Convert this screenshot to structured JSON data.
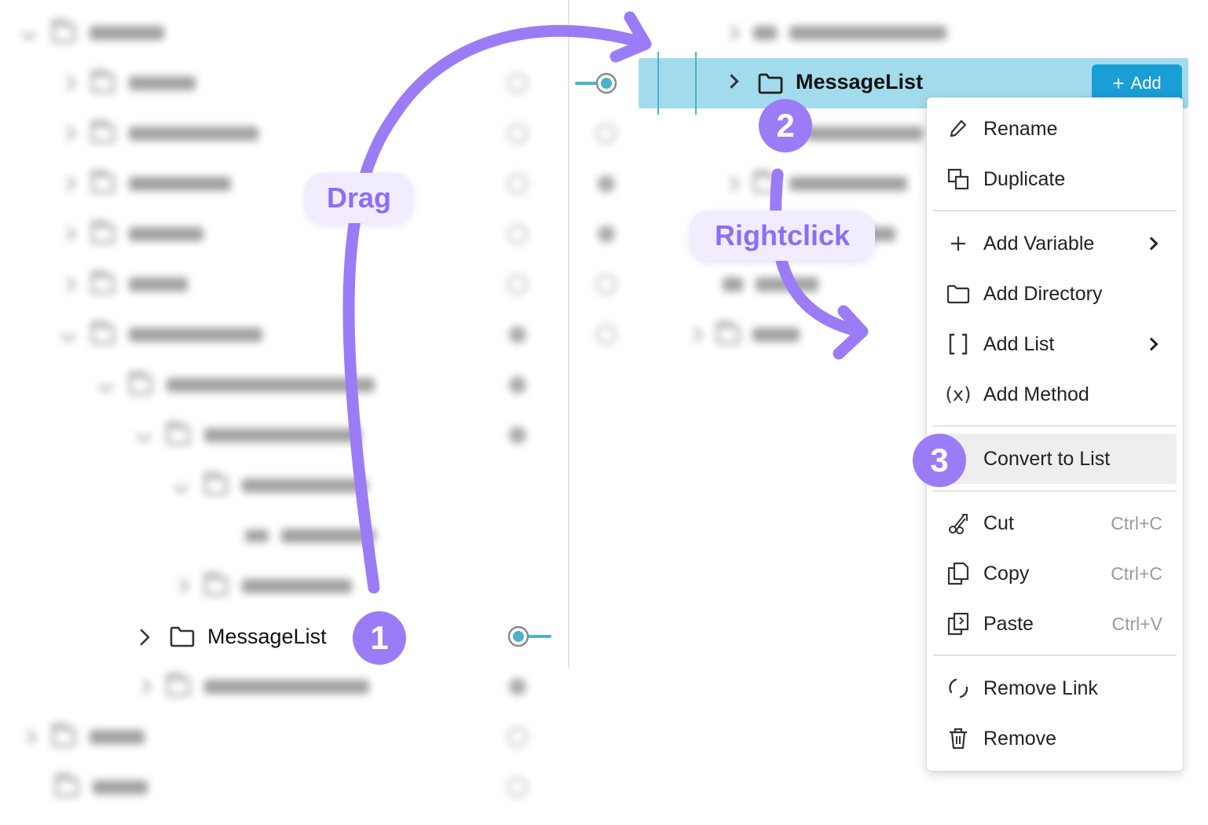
{
  "tree_left": {
    "item_label": "MessageList"
  },
  "tree_right": {
    "item_label": "MessageList",
    "add_button_label": "Add"
  },
  "annotations": {
    "drag": "Drag",
    "rightclick": "Rightclick",
    "step1": "1",
    "step2": "2",
    "step3": "3"
  },
  "context_menu": {
    "items": [
      {
        "label": "Rename",
        "icon": "pencil-icon"
      },
      {
        "label": "Duplicate",
        "icon": "duplicate-icon"
      },
      {
        "label": "Add Variable",
        "icon": "plus-icon",
        "submenu": true
      },
      {
        "label": "Add Directory",
        "icon": "folder-icon"
      },
      {
        "label": "Add List",
        "icon": "brackets-icon",
        "submenu": true
      },
      {
        "label": "Add Method",
        "icon": "function-icon"
      },
      {
        "label": "Convert to List",
        "highlighted": true
      },
      {
        "label": "Cut",
        "icon": "scissors-icon",
        "shortcut": "Ctrl+C"
      },
      {
        "label": "Copy",
        "icon": "copy-icon",
        "shortcut": "Ctrl+C"
      },
      {
        "label": "Paste",
        "icon": "paste-icon",
        "shortcut": "Ctrl+V"
      },
      {
        "label": "Remove Link",
        "icon": "unlink-icon"
      },
      {
        "label": "Remove",
        "icon": "trash-icon"
      }
    ]
  },
  "colors": {
    "highlight_row": "#a2dcec",
    "add_button": "#1a9ed6",
    "annotation_purple": "#9b7cf7",
    "link_accent": "#4bb3cc"
  }
}
